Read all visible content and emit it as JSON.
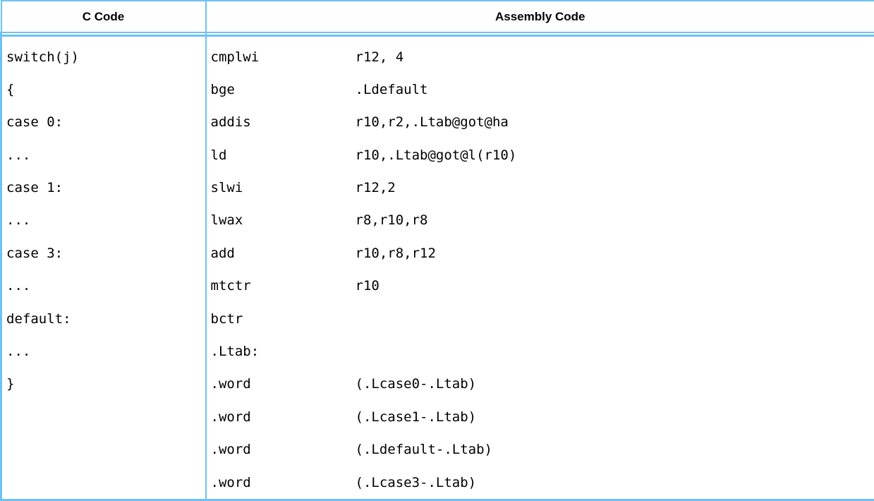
{
  "table": {
    "headers": {
      "c_code": "C Code",
      "assembly_code": "Assembly Code"
    },
    "border_color": "#6ec1f5",
    "text_color": "#000000",
    "background_color": "#ffffff",
    "c_code_lines": [
      "switch(j)",
      "{",
      "case 0:",
      "...",
      "case 1:",
      "...",
      "case 3:",
      "...",
      "default:",
      "...",
      "}"
    ],
    "assembly_rows": [
      {
        "mnemonic": "cmplwi",
        "operand": "r12, 4"
      },
      {
        "mnemonic": "bge",
        "operand": ".Ldefault"
      },
      {
        "mnemonic": "addis",
        "operand": "r10,r2,.Ltab@got@ha"
      },
      {
        "mnemonic": "ld",
        "operand": "r10,.Ltab@got@l(r10)"
      },
      {
        "mnemonic": "slwi",
        "operand": "r12,2"
      },
      {
        "mnemonic": "lwax",
        "operand": "r8,r10,r8"
      },
      {
        "mnemonic": "add",
        "operand": "r10,r8,r12"
      },
      {
        "mnemonic": "mtctr",
        "operand": "r10"
      },
      {
        "mnemonic": "bctr",
        "operand": ""
      },
      {
        "mnemonic": ".Ltab:",
        "operand": ""
      },
      {
        "mnemonic": ".word",
        "operand": "(.Lcase0-.Ltab)"
      },
      {
        "mnemonic": ".word",
        "operand": "(.Lcase1-.Ltab)"
      },
      {
        "mnemonic": ".word",
        "operand": "(.Ldefault-.Ltab)"
      },
      {
        "mnemonic": ".word",
        "operand": "(.Lcase3-.Ltab)"
      }
    ]
  }
}
